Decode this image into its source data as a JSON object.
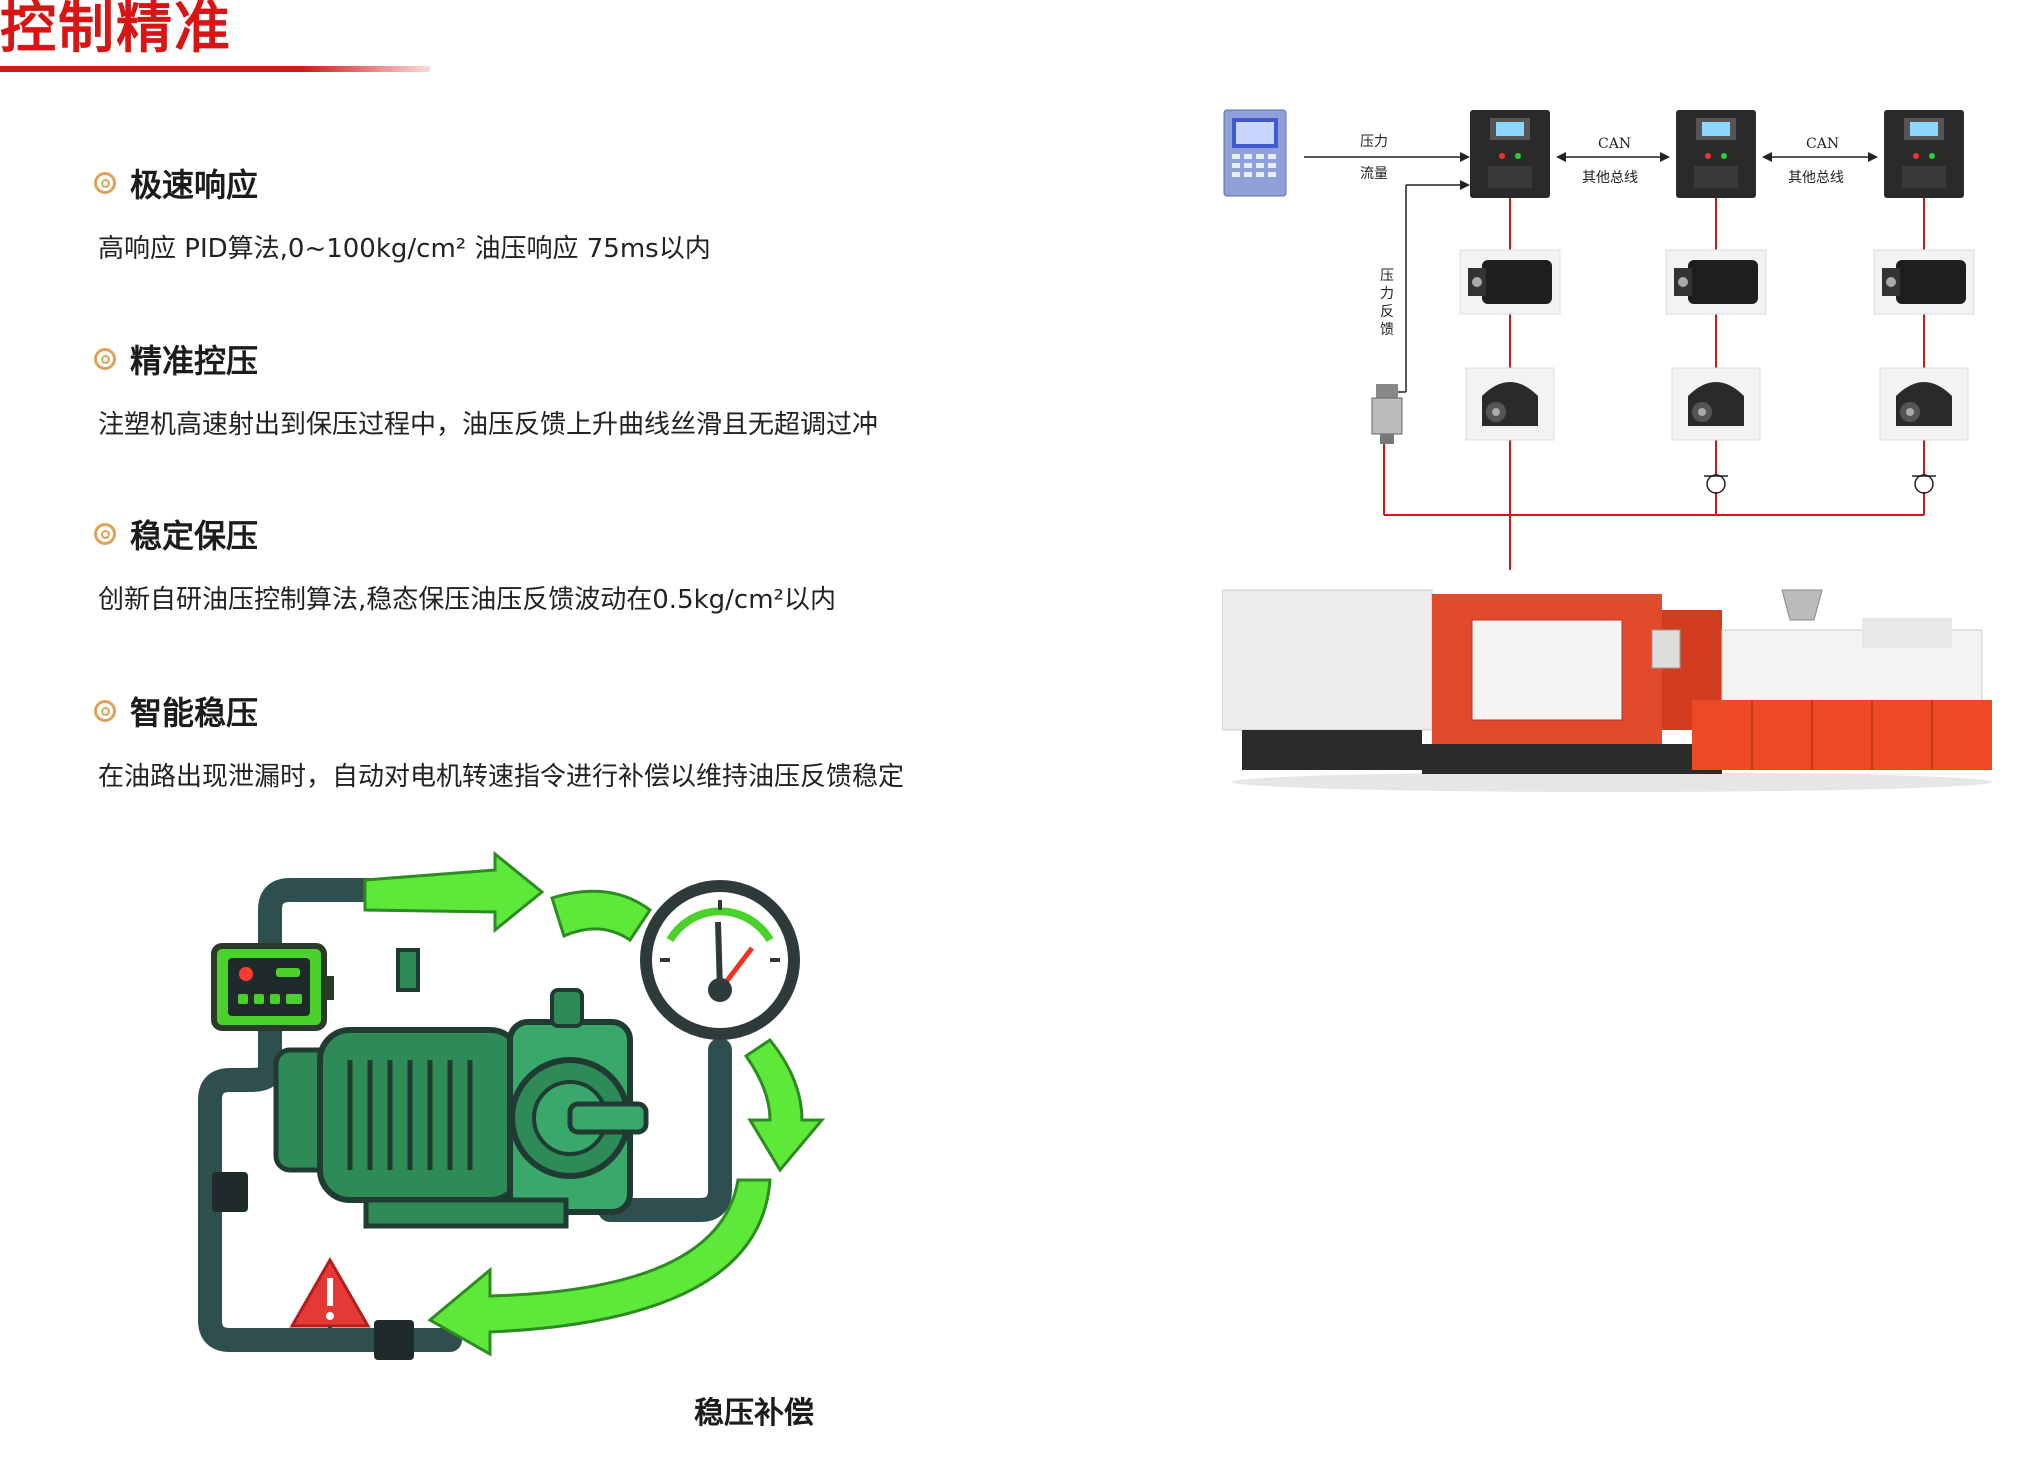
{
  "page": {
    "title": "控制精准"
  },
  "features": [
    {
      "title": "极速响应",
      "desc": "高响应 PID算法,0~100kg/cm² 油压响应 75ms以内"
    },
    {
      "title": "精准控压",
      "desc": "注塑机高速射出到保压过程中，油压反馈上升曲线丝滑且无超调过冲"
    },
    {
      "title": "稳定保压",
      "desc": "创新自研油压控制算法,稳态保压油压反馈波动在0.5kg/cm²以内"
    },
    {
      "title": "智能稳压",
      "desc": "在油路出现泄漏时，自动对电机转速指令进行补偿以维持油压反馈稳定"
    }
  ],
  "diagram": {
    "pressure": "压力",
    "flow": "流量",
    "can_1": "CAN",
    "bus_1": "其他总线",
    "can_2": "CAN",
    "bus_2": "其他总线",
    "pressure_feedback": [
      "压",
      "力",
      "反",
      "馈"
    ]
  },
  "illustration": {
    "caption": "稳压补偿"
  },
  "colors": {
    "accent": "#d81414",
    "bullet": "#e0a25a",
    "green": "#3fd42a",
    "motor": "#2e8b57",
    "wire": "#d81414"
  }
}
